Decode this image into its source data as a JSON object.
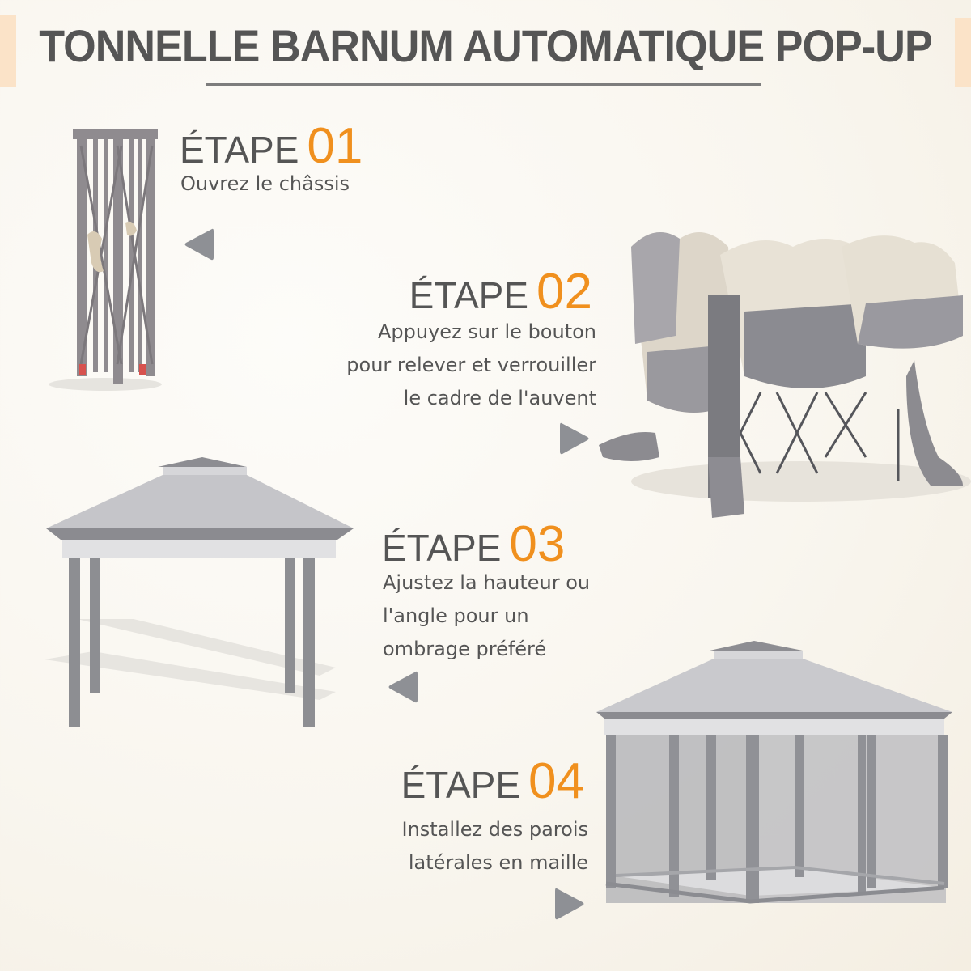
{
  "header": {
    "title": "TONNELLE BARNUM AUTOMATIQUE POP-UP"
  },
  "colors": {
    "text_gray": "#555555",
    "accent_orange": "#f0901e",
    "arrow_gray": "#8e9095",
    "corner_accent": "#fbe3c8",
    "canopy_light": "#c9c9cc",
    "canopy_dark": "#8a8a8e",
    "frame_gray": "#8d8e92"
  },
  "steps": [
    {
      "word": "ÉTAPE",
      "number": "01",
      "description_lines": [
        "Ouvrez le châssis"
      ],
      "arrow": "triangle-left-icon",
      "image": "folded-frame"
    },
    {
      "word": "ÉTAPE",
      "number": "02",
      "description_lines": [
        "Appuyez sur le bouton",
        "pour relever et verrouiller",
        "le cadre de l'auvent"
      ],
      "arrow": "triangle-right-icon",
      "image": "half-open-canopy"
    },
    {
      "word": "ÉTAPE",
      "number": "03",
      "description_lines": [
        "Ajustez la hauteur ou",
        "l'angle pour un",
        "ombrage préféré"
      ],
      "arrow": "triangle-left-icon",
      "image": "open-gazebo"
    },
    {
      "word": "ÉTAPE",
      "number": "04",
      "description_lines": [
        "Installez des parois",
        "latérales en maille"
      ],
      "arrow": "triangle-right-icon",
      "image": "gazebo-with-mesh-walls"
    }
  ]
}
